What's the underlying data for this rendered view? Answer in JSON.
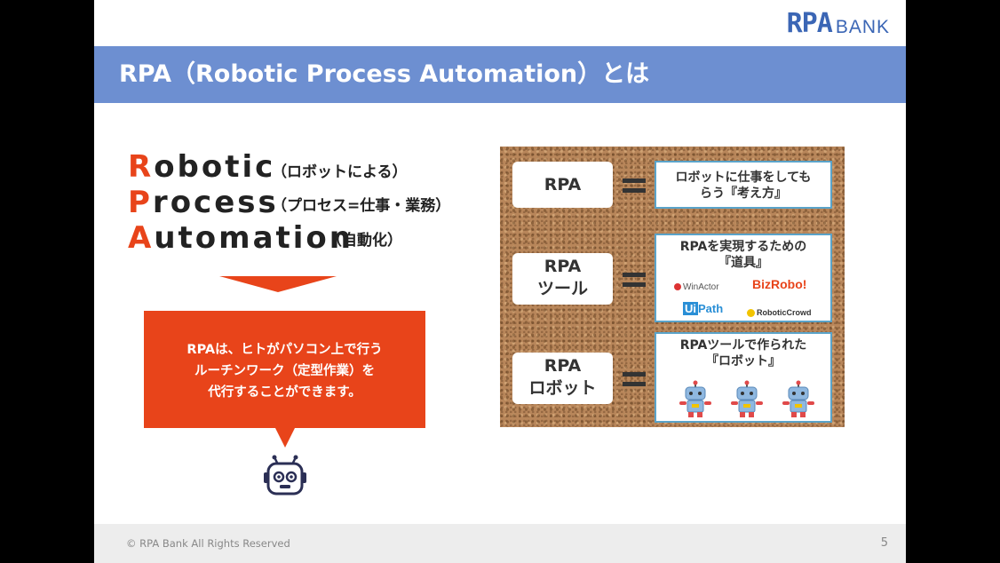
{
  "logo": {
    "rpa": "RPA",
    "bank": "BANK"
  },
  "header": {
    "title": "RPA（Robotic Process Automation）とは"
  },
  "acronym": [
    {
      "cap": "R",
      "rest": "obotic",
      "note": "（ロボットによる）"
    },
    {
      "cap": "P",
      "rest": "rocess",
      "note": "（プロセス=仕事・業務）"
    },
    {
      "cap": "A",
      "rest": "utomation",
      "note": "（自動化）"
    }
  ],
  "bubble": {
    "lines": [
      "RPAは、ヒトがパソコン上で行う",
      "ルーチンワーク（定型作業）を",
      "代行することができます。"
    ]
  },
  "board": {
    "rows": [
      {
        "left": [
          "RPA"
        ],
        "right": [
          "ロボットに仕事をしても",
          "らう『考え方』"
        ]
      },
      {
        "left": [
          "RPA",
          "ツール"
        ],
        "right": [
          "RPAを実現するための",
          "『道具』"
        ]
      },
      {
        "left": [
          "RPA",
          "ロボット"
        ],
        "right": [
          "RPAツールで作られた",
          "『ロボット』"
        ]
      }
    ],
    "tools": {
      "winactor": "WinActor",
      "bizrobo": "BizRobo!",
      "uipath_ui": "Ui",
      "uipath_path": "Path",
      "roboticcrowd_a": "Robotic",
      "roboticcrowd_b": "Crowd"
    }
  },
  "footer": {
    "copyright": "© RPA Bank All Rights Reserved",
    "page": "5"
  },
  "colors": {
    "accent": "#e8441a",
    "header": "#6d8fd1",
    "logo": "#3b66b5",
    "box_border": "#5aa3c9"
  }
}
